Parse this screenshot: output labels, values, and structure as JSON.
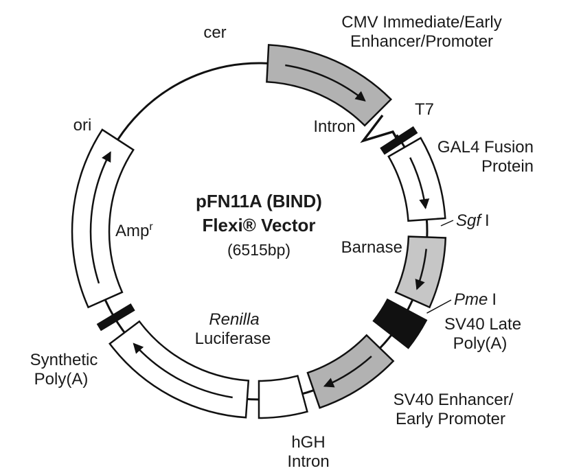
{
  "diagram": {
    "center_label": {
      "line1": "pFN11A (BIND)",
      "line2": "Flexi® Vector",
      "line3": "(6515bp)"
    },
    "plasmid": {
      "name": "pFN11A (BIND) Flexi Vector",
      "size": "6515bp"
    },
    "colors": {
      "backbone": "#111111",
      "gray_band": "#b2b2b2",
      "light_gray_band": "#c6c6c6",
      "white_band": "#ffffff",
      "black_feature": "#111111"
    },
    "features": {
      "cer": {
        "label": "cer"
      },
      "cmv": {
        "label1": "CMV Immediate/Early",
        "label2": "Enhancer/Promoter",
        "color": "#b2b2b2",
        "direction": "clockwise"
      },
      "intron_break": {
        "label": "Intron"
      },
      "t7": {
        "label": "T7",
        "color": "#111111"
      },
      "gal4": {
        "label1": "GAL4 Fusion",
        "label2": "Protein",
        "color": "#ffffff",
        "direction": "clockwise"
      },
      "sgfI": {
        "label_italic": "Sgf",
        "label_rest": "I"
      },
      "barnase": {
        "label": "Barnase",
        "color": "#c6c6c6",
        "direction": "clockwise"
      },
      "pmeI": {
        "label_italic": "Pme",
        "label_rest": "I"
      },
      "sv40_late_polya": {
        "label1": "SV40 Late",
        "label2": "Poly(A)",
        "color": "#111111"
      },
      "sv40_enhancer": {
        "label1": "SV40 Enhancer/",
        "label2": "Early Promoter",
        "color": "#b2b2b2",
        "direction": "clockwise"
      },
      "hgh_intron": {
        "label1": "hGH",
        "label2": "Intron",
        "color": "#ffffff"
      },
      "renilla": {
        "label_italic": "Renilla",
        "label2": "Luciferase",
        "color": "#ffffff",
        "direction": "clockwise"
      },
      "synthetic_polya": {
        "label1": "Synthetic",
        "label2": "Poly(A)",
        "color": "#111111"
      },
      "amp": {
        "label_base": "Amp",
        "label_sup": "r",
        "color": "#ffffff",
        "direction": "clockwise"
      },
      "ori": {
        "label": "ori"
      }
    }
  }
}
